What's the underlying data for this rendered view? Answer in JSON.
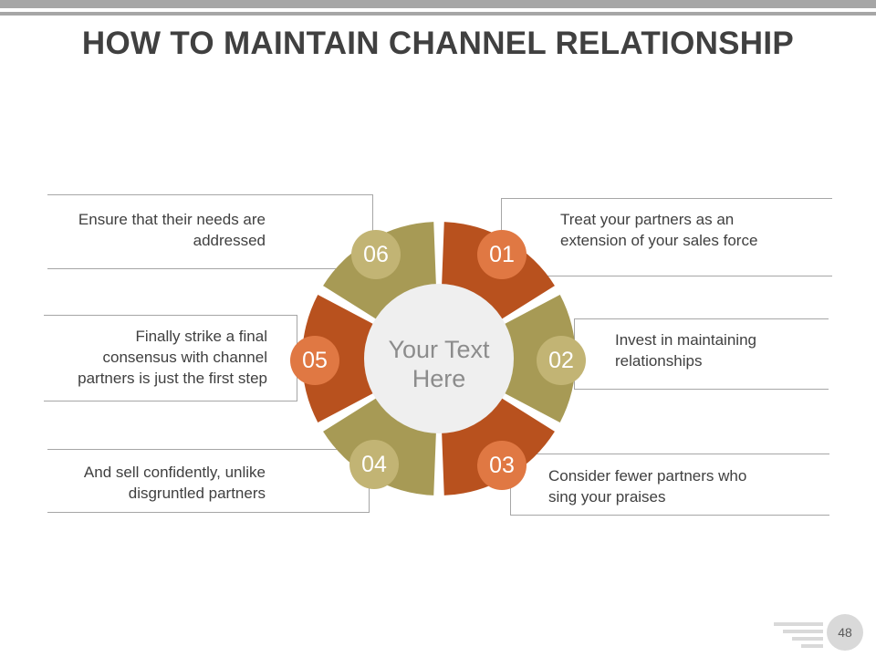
{
  "title": "HOW TO MAINTAIN CHANNEL RELATIONSHIP",
  "center_text": [
    "Your Text",
    "Here"
  ],
  "page_number": "48",
  "colors": {
    "rust": "#b8511e",
    "olive": "#a79a55",
    "rust_circle": "#e07843",
    "olive_circle": "#c2b474",
    "center": "#efefef",
    "text": "#404040"
  },
  "steps": [
    {
      "number": "01",
      "text": [
        "Treat your partners as an",
        "extension of your sales force"
      ],
      "color": "rust"
    },
    {
      "number": "02",
      "text": [
        "Invest in maintaining",
        "relationships"
      ],
      "color": "olive"
    },
    {
      "number": "03",
      "text": [
        "Consider fewer partners who",
        "sing your praises"
      ],
      "color": "rust"
    },
    {
      "number": "04",
      "text": [
        "And sell confidently, unlike",
        "disgruntled partners"
      ],
      "color": "olive"
    },
    {
      "number": "05",
      "text": [
        "Finally strike a final",
        "consensus with channel",
        "partners is just the first step"
      ],
      "color": "rust"
    },
    {
      "number": "06",
      "text": [
        "Ensure that their needs are",
        "addressed"
      ],
      "color": "olive"
    }
  ]
}
